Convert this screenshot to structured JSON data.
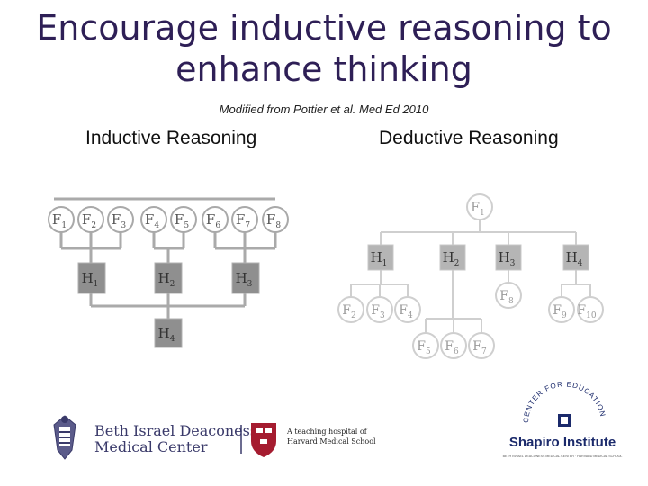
{
  "title_line1": "Encourage inductive reasoning to",
  "title_line2": "enhance thinking",
  "subtitle": "Modified from Pottier et al. Med Ed 2010",
  "inductive": {
    "heading": "Inductive Reasoning",
    "facts": [
      {
        "base": "F",
        "sub": "1"
      },
      {
        "base": "F",
        "sub": "2"
      },
      {
        "base": "F",
        "sub": "3"
      },
      {
        "base": "F",
        "sub": "4"
      },
      {
        "base": "F",
        "sub": "5"
      },
      {
        "base": "F",
        "sub": "6"
      },
      {
        "base": "F",
        "sub": "7"
      },
      {
        "base": "F",
        "sub": "8"
      }
    ],
    "hypotheses": [
      {
        "base": "H",
        "sub": "1"
      },
      {
        "base": "H",
        "sub": "2"
      },
      {
        "base": "H",
        "sub": "3"
      }
    ],
    "conclusion": {
      "base": "H",
      "sub": "4"
    }
  },
  "deductive": {
    "heading": "Deductive Reasoning",
    "root": {
      "base": "F",
      "sub": "1"
    },
    "hypotheses": [
      {
        "base": "H",
        "sub": "1"
      },
      {
        "base": "H",
        "sub": "2"
      },
      {
        "base": "H",
        "sub": "3"
      },
      {
        "base": "H",
        "sub": "4"
      }
    ],
    "facts_h1": [
      {
        "base": "F",
        "sub": "2"
      },
      {
        "base": "F",
        "sub": "3"
      },
      {
        "base": "F",
        "sub": "4"
      }
    ],
    "facts_h2": [
      {
        "base": "F",
        "sub": "5"
      },
      {
        "base": "F",
        "sub": "6"
      },
      {
        "base": "F",
        "sub": "7"
      }
    ],
    "facts_h3": [
      {
        "base": "F",
        "sub": "8"
      }
    ],
    "facts_h4": [
      {
        "base": "F",
        "sub": "9"
      },
      {
        "base": "F",
        "sub": "10"
      }
    ]
  },
  "footer": {
    "bidmc_line1": "Beth Israel Deaconess",
    "bidmc_line2": "Medical Center",
    "teaching_line1": "A teaching hospital of",
    "teaching_line2": "Harvard Medical School",
    "arc_text": "CENTER FOR EDUCATION",
    "shapiro_name": "Shapiro Institute",
    "shapiro_small": "BETH ISRAEL DEACONESS MEDICAL CENTER · HARVARD MEDICAL SCHOOL"
  }
}
